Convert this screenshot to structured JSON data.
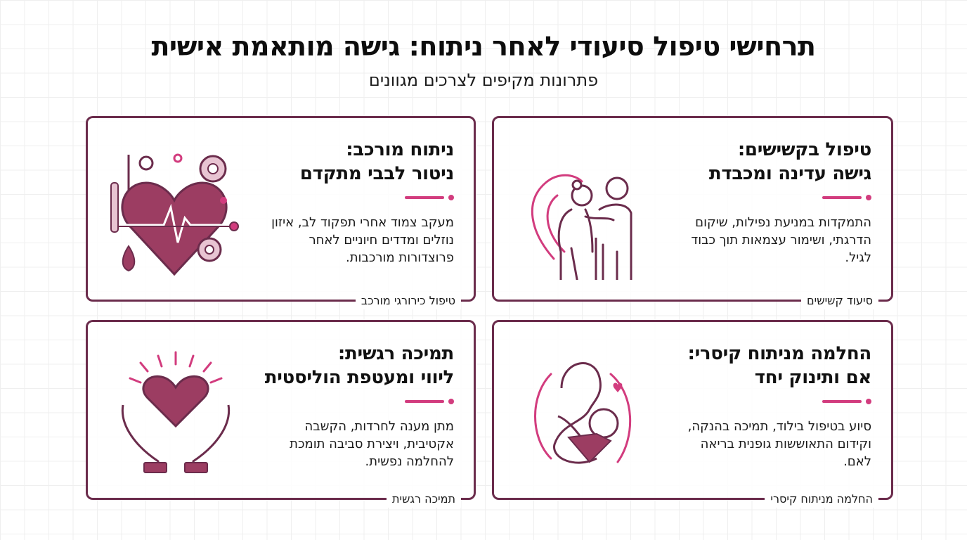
{
  "header": {
    "title": "תרחישי טיפול סיעודי לאחר ניתוח: גישה מותאמת אישית",
    "subtitle": "פתרונות מקיפים לצרכים מגוונים"
  },
  "colors": {
    "border": "#6b2c4c",
    "accent": "#d23c7e",
    "icon_fill": "#9c3d62",
    "icon_light": "#e8c4d2"
  },
  "cards": [
    {
      "id": "elderly",
      "title_line1": "טיפול בקשישים:",
      "title_line2": "גישה עדינה ומכבדת",
      "body": "התמקדות במניעת נפילות, שיקום הדרגתי, ושימור עצמאות תוך כבוד לגיל.",
      "footer": "סיעוד קשישים",
      "icon": "elderly-caregiver-icon"
    },
    {
      "id": "complex-surgery",
      "title_line1": "ניתוח מורכב:",
      "title_line2": "ניטור לבבי מתקדם",
      "body": "מעקב צמוד אחרי תפקוד לב, איזון נוזלים ומדדים חיוניים לאחר פרוצדורות מורכבות.",
      "footer": "טיפול כירורגי מורכב",
      "icon": "heart-monitor-icon"
    },
    {
      "id": "cesarean",
      "title_line1": "החלמה מניתוח קיסרי:",
      "title_line2": "אם ותינוק יחד",
      "body": "סיוע בטיפול בילוד, תמיכה בהנקה, וקידום התאוששות גופנית בריאה לאם.",
      "footer": "החלמה מניתוח קיסרי",
      "icon": "mother-baby-icon"
    },
    {
      "id": "emotional",
      "title_line1": "תמיכה רגשית:",
      "title_line2": "ליווי ומעטפת הוליסטית",
      "body": "מתן מענה לחרדות, הקשבה אקטיבית, ויצירת סביבה תומכת להחלמה נפשית.",
      "footer": "תמיכה רגשית",
      "icon": "hands-heart-icon"
    }
  ]
}
